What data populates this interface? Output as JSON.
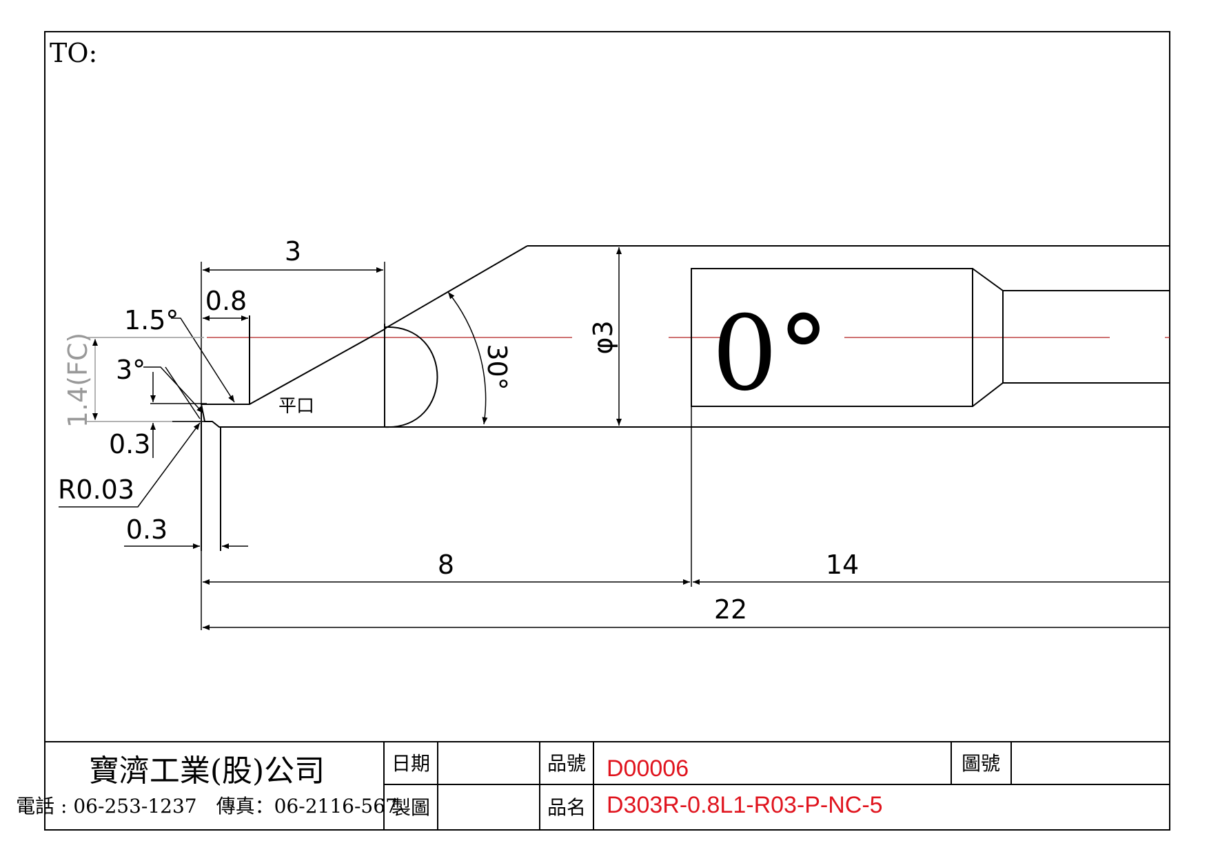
{
  "header": {
    "to_label": "TO:"
  },
  "drawing": {
    "dims": {
      "len_3": "3",
      "len_0_8": "0.8",
      "ang_1_5": "1.5°",
      "ang_3": "3°",
      "fc": "1.4(FC)",
      "dep_0_3": "0.3",
      "radius": "R0.03",
      "len_0_3": "0.3",
      "len_8": "8",
      "len_14": "14",
      "len_22": "22",
      "ang_30": "30°",
      "dia_3": "φ3"
    },
    "flat_label": "平口",
    "orientation_mark": "0°"
  },
  "title_block": {
    "company": "寶濟工業(股)公司",
    "contact": "電話 : 06-253-1237　傳真：06-2116-567",
    "date_label": "日期",
    "drawn_label": "製圖",
    "part_no_label": "品號",
    "part_no": "D00006",
    "part_name_label": "品名",
    "part_name": "D303R-0.8L1-R03-P-NC-5",
    "drawing_no_label": "圖號"
  }
}
